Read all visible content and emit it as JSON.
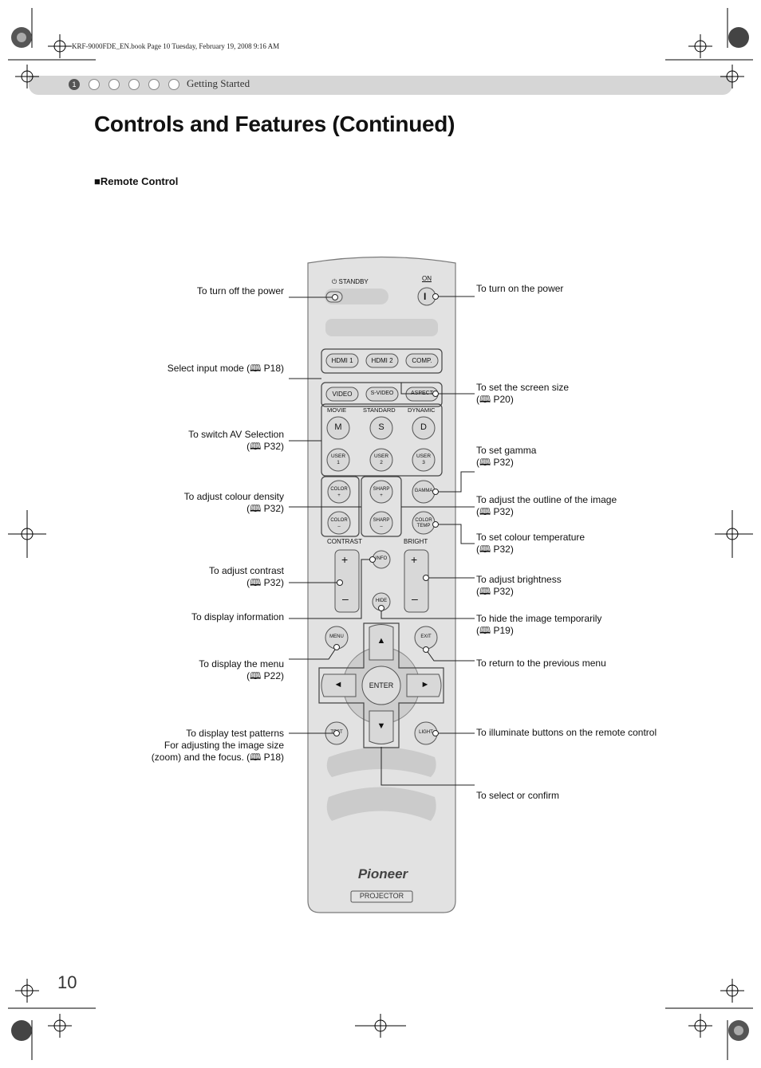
{
  "header": {
    "file_info": "KRF-9000FDE_EN.book  Page 10  Tuesday, February 19, 2008  9:16 AM",
    "chapter_number": "1",
    "section": "Getting Started"
  },
  "title": "Controls and Features (Continued)",
  "subheading": "■Remote Control",
  "page_number": "10",
  "remote": {
    "standby_label": "⏻ STANDBY",
    "on_label": "ON",
    "on_button": "I",
    "buttons": {
      "hdmi1": "HDMI 1",
      "hdmi2": "HDMI 2",
      "comp": "COMP.",
      "video": "VIDEO",
      "svideo": "S-VIDEO",
      "aspect": "ASPECT",
      "movie": "MOVIE",
      "standard": "STANDARD",
      "dynamic": "DYNAMIC",
      "m": "M",
      "s": "S",
      "d": "D",
      "user1a": "USER",
      "user1b": "1",
      "user2a": "USER",
      "user2b": "2",
      "user3a": "USER",
      "user3b": "3",
      "color": "COLOR",
      "sharp": "SHARP",
      "gamma": "GAMMA",
      "colortemp_a": "COLOR",
      "colortemp_b": "TEMP",
      "plus": "+",
      "minus": "–",
      "contrast": "CONTRAST",
      "bright": "BRIGHT",
      "info": "INFO",
      "hide": "HIDE",
      "menu": "MENU",
      "exit": "EXIT",
      "enter": "ENTER",
      "test": "TEST",
      "light": "LIGHT",
      "up": "▲",
      "down": "▼",
      "left": "◄",
      "right": "►"
    },
    "brand": "Pioneer",
    "model_label": "PROJECTOR"
  },
  "callouts_left": [
    {
      "lines": [
        "To turn off the power"
      ]
    },
    {
      "lines": [
        "Select input mode (🕮 P18)"
      ]
    },
    {
      "lines": [
        "To switch AV Selection",
        "(🕮 P32)"
      ]
    },
    {
      "lines": [
        "To adjust colour density",
        "(🕮 P32)"
      ]
    },
    {
      "lines": [
        "To adjust contrast",
        "(🕮 P32)"
      ]
    },
    {
      "lines": [
        "To display information"
      ]
    },
    {
      "lines": [
        "To display the menu",
        "(🕮 P22)"
      ]
    },
    {
      "lines": [
        "To display test patterns",
        "For adjusting the image size",
        "(zoom) and the focus. (🕮 P18)"
      ]
    }
  ],
  "callouts_right": [
    {
      "lines": [
        "To turn on the power"
      ]
    },
    {
      "lines": [
        "To set the screen size",
        "(🕮 P20)"
      ]
    },
    {
      "lines": [
        "To set gamma",
        "(🕮 P32)"
      ]
    },
    {
      "lines": [
        "To adjust the outline of the image",
        "(🕮 P32)"
      ]
    },
    {
      "lines": [
        "To set colour temperature",
        "(🕮 P32)"
      ]
    },
    {
      "lines": [
        "To adjust brightness",
        "(🕮 P32)"
      ]
    },
    {
      "lines": [
        "To hide the image temporarily",
        "(🕮 P19)"
      ]
    },
    {
      "lines": [
        "To return to the previous menu"
      ]
    },
    {
      "lines": [
        "To illuminate buttons on the remote control"
      ]
    },
    {
      "lines": [
        "To select or confirm"
      ]
    }
  ]
}
